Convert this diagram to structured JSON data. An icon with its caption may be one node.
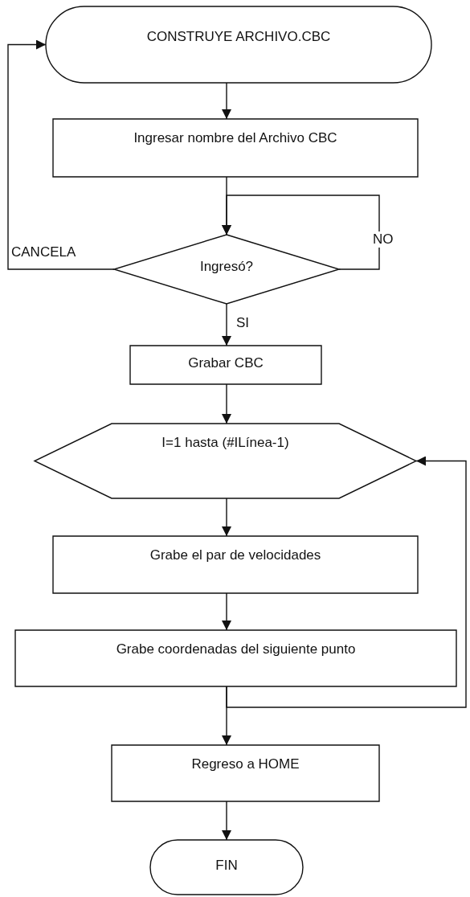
{
  "diagram": {
    "nodes": [
      {
        "text": [
          "CONSTRUYE ARCHIVO.CBC"
        ]
      },
      {
        "text": [
          "Ingresar nombre del Archivo CBC"
        ]
      },
      {
        "text": [
          "Ingresó?"
        ]
      },
      {
        "text": [
          "Grabar CBC"
        ]
      },
      {
        "text": [
          "I=1 hasta (#ILínea-1)"
        ]
      },
      {
        "text": [
          "Grabe el par de velocidades"
        ]
      },
      {
        "text": [
          "Grabe coordenadas del siguiente punto"
        ]
      },
      {
        "text": [
          "Regreso a HOME"
        ]
      },
      {
        "text": [
          "FIN"
        ]
      }
    ],
    "edges": [
      {
        "from": 0,
        "to": 1,
        "arrow": "to"
      },
      {
        "from": 1,
        "to": 2,
        "arrow": "to"
      },
      {
        "from": 2,
        "to": 2,
        "arrow": "to",
        "label": "NO"
      },
      {
        "from": 2,
        "to": 0,
        "arrow": "to",
        "label": "CANCELA"
      },
      {
        "from": 2,
        "to": 3,
        "arrow": "to",
        "label": "SI"
      },
      {
        "from": 3,
        "to": 4,
        "arrow": "to"
      },
      {
        "from": 4,
        "to": 5,
        "arrow": "to"
      },
      {
        "from": 5,
        "to": 6,
        "arrow": "to"
      },
      {
        "from": 6,
        "to": 7,
        "arrow": "to"
      },
      {
        "from": 6,
        "to": 4,
        "arrow": "to"
      },
      {
        "from": 7,
        "to": 8,
        "arrow": "to"
      }
    ]
  }
}
